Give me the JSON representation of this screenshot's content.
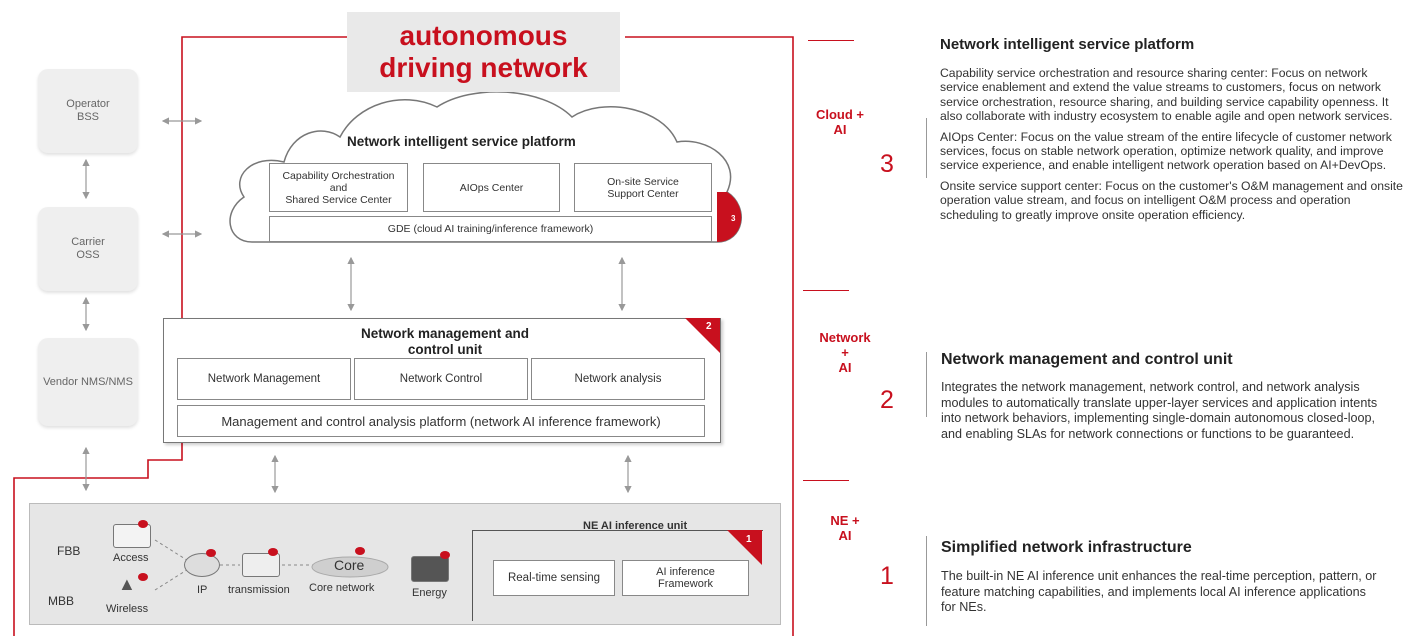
{
  "header": {
    "title_line1": "autonomous",
    "title_line2": "driving network"
  },
  "left_systems": {
    "operator_bss": "Operator\nBSS",
    "carrier_oss": "Carrier\nOSS",
    "vendor_nms": "Vendor NMS/NMS"
  },
  "cloud_platform": {
    "title": "Network intelligent service platform",
    "modules": [
      "Capability Orchestration\nand\nShared Service Center",
      "AIOps Center",
      "On-site Service\nSupport Center"
    ],
    "framework": "GDE (cloud AI training/inference framework)",
    "badge": "3"
  },
  "mgmt_unit": {
    "title": "Network management and\ncontrol unit",
    "modules": [
      "Network Management",
      "Network Control",
      "Network analysis"
    ],
    "platform": "Management and control analysis platform (network AI inference framework)",
    "badge": "2"
  },
  "ne_layer": {
    "fbb": "FBB",
    "mbb": "MBB",
    "access": "Access",
    "wireless": "Wireless",
    "ip": "IP",
    "transmission": "transmission",
    "core_label": "Core",
    "core_network": "Core network",
    "energy": "Energy",
    "inference_title": "NE AI inference unit",
    "realtime": "Real-time sensing",
    "ai_framework": "AI inference\nFramework",
    "badge": "1"
  },
  "layers": [
    {
      "tag": "Cloud +\nAI",
      "number": "3"
    },
    {
      "tag": "Network\n+\nAI",
      "number": "2"
    },
    {
      "tag": "NE +\nAI",
      "number": "1"
    }
  ],
  "descriptions": {
    "platform": {
      "title": "Network intelligent service platform",
      "paragraphs": [
        "Capability service orchestration and resource sharing center: Focus on network service enablement and extend the value streams to customers, focus on network service orchestration, resource sharing, and building service capability openness. It also collaborate with industry ecosystem to enable agile and open network services.",
        "AIOps Center: Focus on the value stream of the entire lifecycle of customer network services, focus on stable network operation, optimize network quality, and improve service experience, and enable intelligent network operation based on AI+DevOps.",
        "Onsite service support center: Focus on the customer's O&M management and onsite operation value stream, and focus on intelligent O&M process and operation scheduling to greatly improve onsite operation efficiency."
      ]
    },
    "mgmt": {
      "title": "Network management and control unit",
      "paragraphs": [
        "Integrates the network management, network control, and network analysis modules to automatically translate upper-layer services and application intents into network behaviors, implementing single-domain autonomous closed-loop, and enabling SLAs for network connections or functions to be guaranteed."
      ]
    },
    "infra": {
      "title": "Simplified network infrastructure",
      "paragraphs": [
        "The built-in NE AI inference unit enhances the real-time perception, pattern, or feature matching capabilities, and implements local AI inference applications for NEs."
      ]
    }
  },
  "colors": {
    "accent_red": "#c8101e",
    "panel_gray": "#efefef"
  }
}
